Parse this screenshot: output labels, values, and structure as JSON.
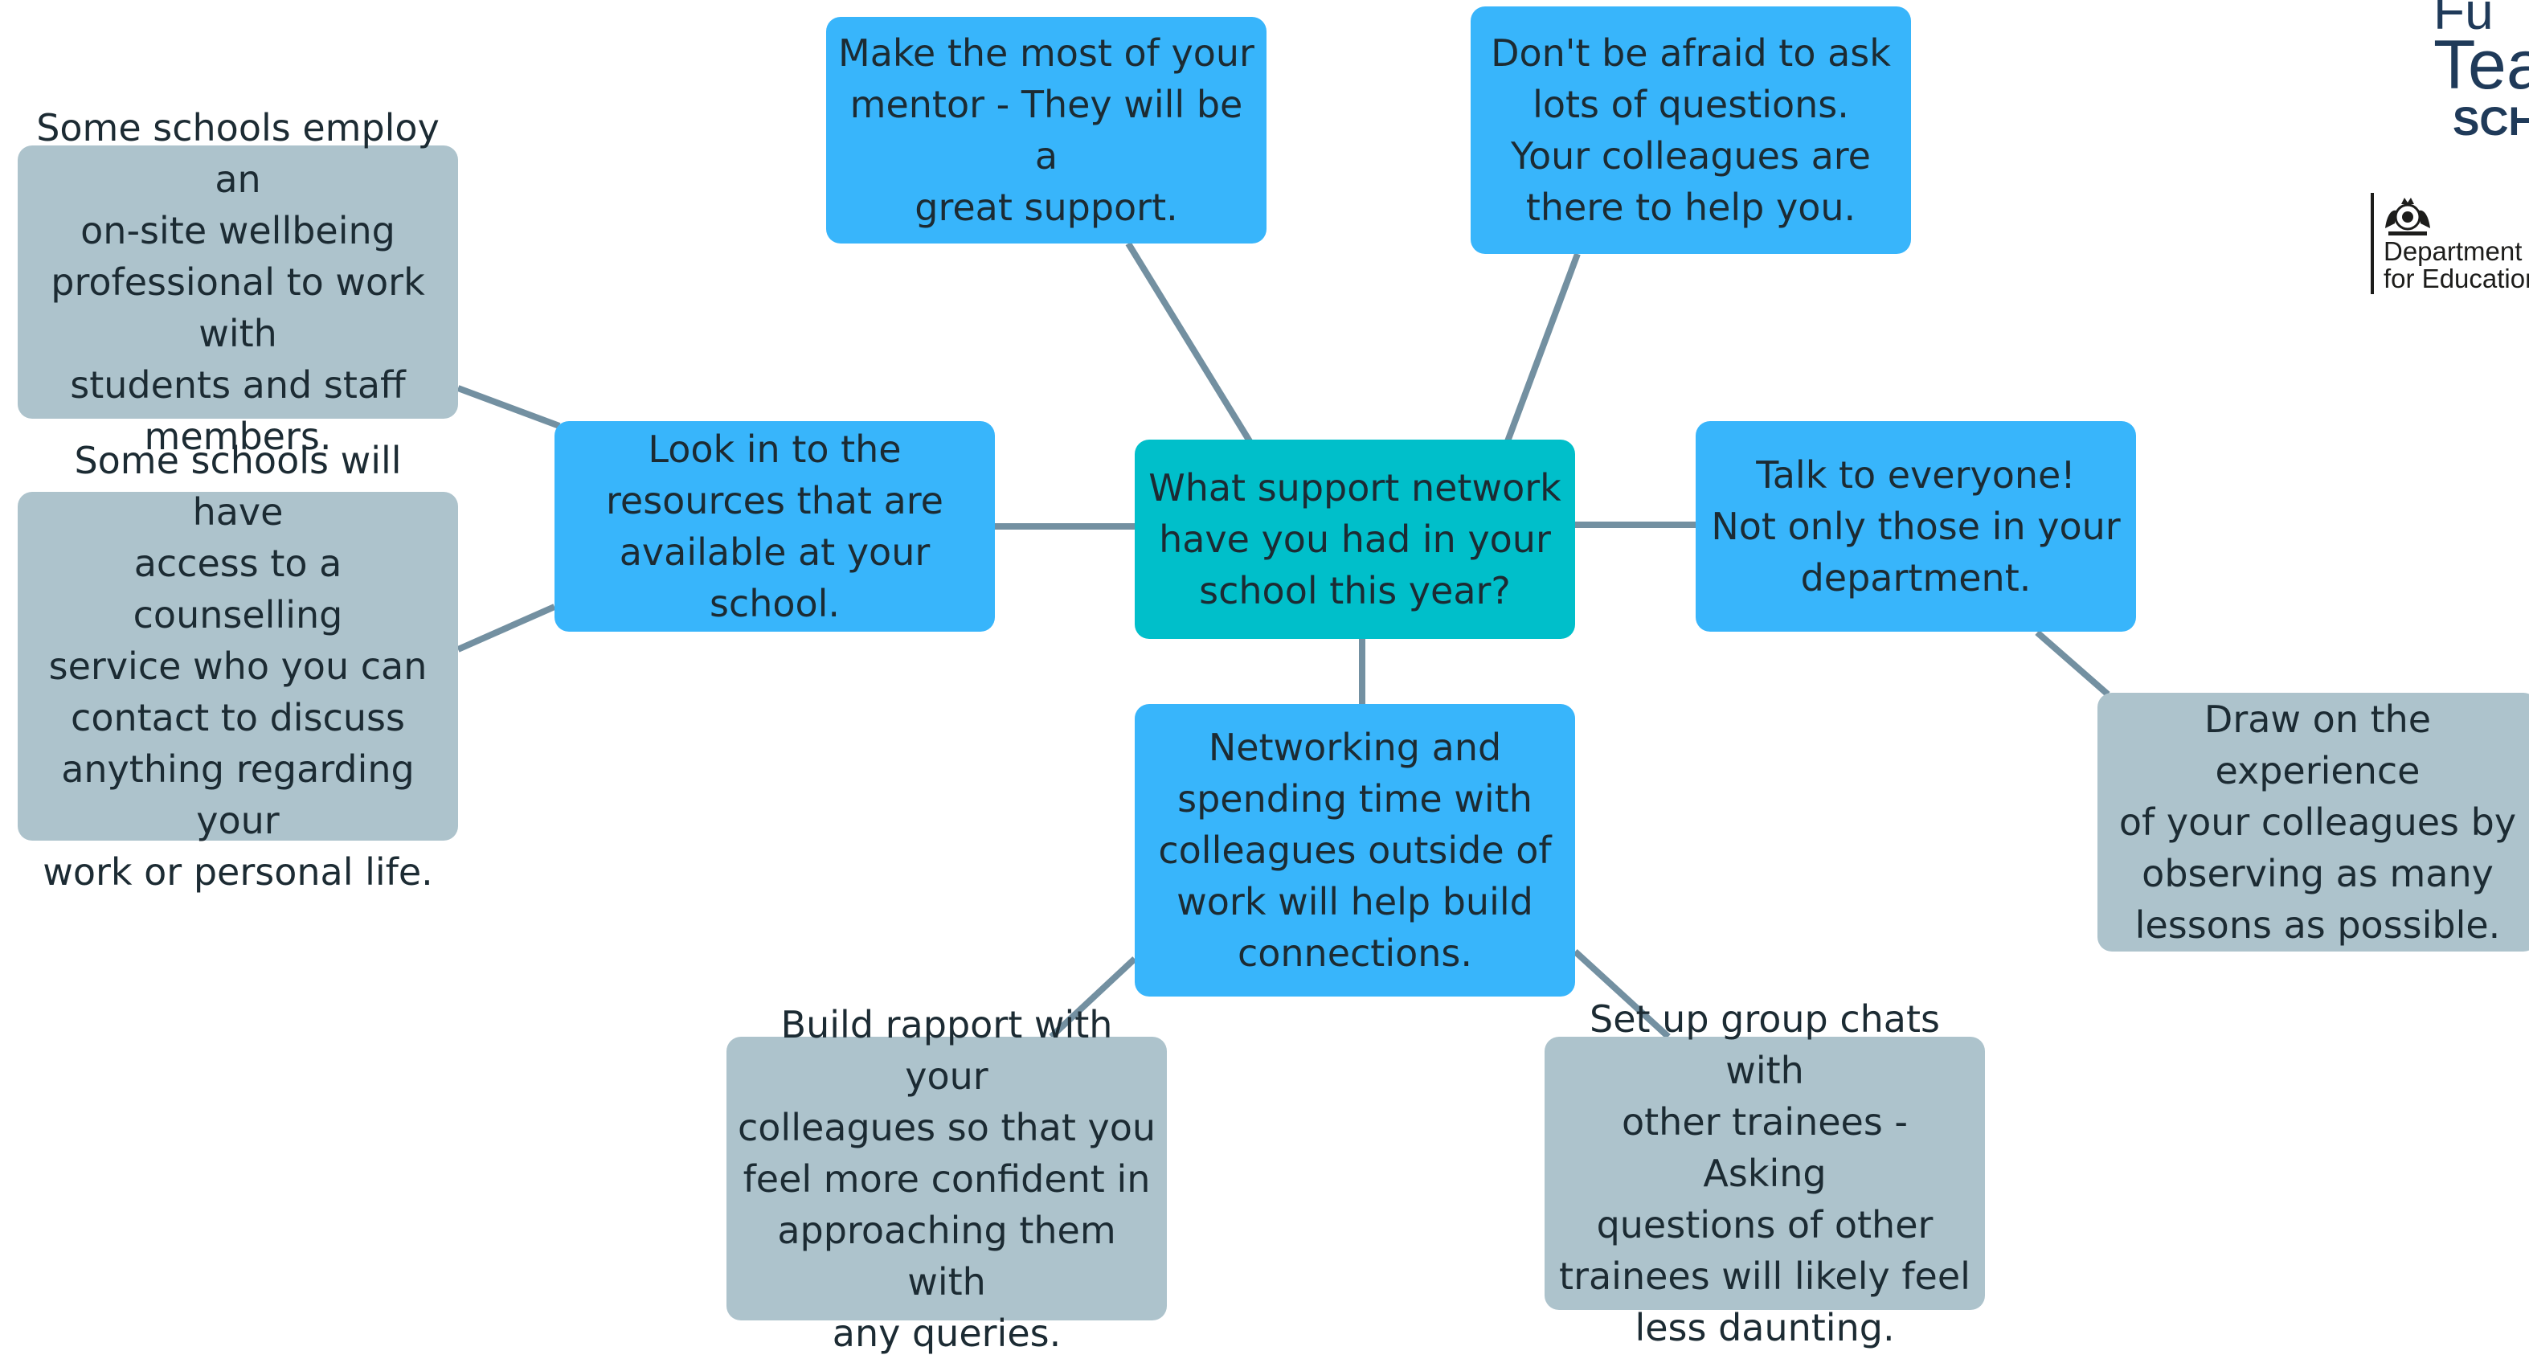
{
  "central_node": {
    "text": "What support network\nhave you had in your\nschool this year?"
  },
  "primary_nodes": [
    {
      "id": "mentor",
      "text": "Make the most of your\nmentor - They will be a\ngreat support."
    },
    {
      "id": "ask",
      "text": "Don't be afraid to ask\nlots of questions.\nYour colleagues are\nthere to help you."
    },
    {
      "id": "resources",
      "text": "Look in to the\nresources that are\navailable at your school."
    },
    {
      "id": "talk",
      "text": "Talk to everyone!\nNot only those in your\ndepartment."
    },
    {
      "id": "networking",
      "text": "Networking and\nspending time with\ncolleagues outside of\nwork will help build\nconnections."
    }
  ],
  "secondary_nodes": [
    {
      "id": "wellbeing",
      "text": "Some schools employ an\non-site wellbeing\nprofessional to work with\nstudents and staff\nmembers."
    },
    {
      "id": "counselling",
      "text": "Some schools will have\naccess to a counselling\nservice who you can\ncontact to discuss\nanything regarding your\nwork or personal life."
    },
    {
      "id": "observe",
      "text": "Draw on the experience\nof your colleagues by\nobserving as many\nlessons as possible."
    },
    {
      "id": "rapport",
      "text": "Build rapport with your\ncolleagues so that you\nfeel more confident in\napproaching them with\nany queries."
    },
    {
      "id": "group_chats",
      "text": "Set up group chats with\nother trainees - Asking\nquestions of other\ntrainees will likely feel\nless daunting."
    }
  ],
  "logos": {
    "future_teaching": {
      "line1": "Fu",
      "line2": "Tea",
      "line3": "SCH"
    },
    "dfe": {
      "line1": "Department",
      "line2": "for Education"
    }
  },
  "colors": {
    "central": "#00bfca",
    "primary": "#38b5fb",
    "secondary": "#adc3cc",
    "connector": "#7390a1",
    "text": "#1c2b33"
  }
}
